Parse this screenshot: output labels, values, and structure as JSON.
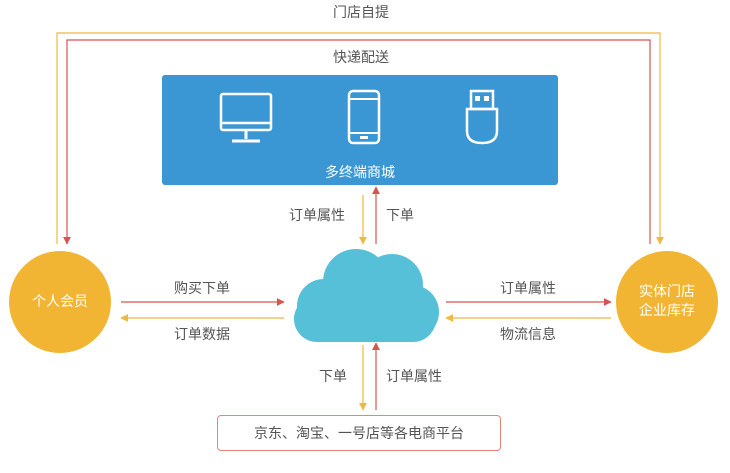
{
  "top_loop": {
    "store_pickup": "门店自提",
    "express_delivery": "快递配送"
  },
  "mall": {
    "title": "多终端商城",
    "devices": [
      "monitor-icon",
      "phone-icon",
      "usb-drive-icon"
    ]
  },
  "mall_cloud": {
    "order_attributes": "订单属性",
    "place_order": "下单"
  },
  "member": {
    "line1": "个人会员"
  },
  "member_cloud": {
    "buy_order": "购买下单",
    "order_data": "订单数据"
  },
  "store": {
    "line1": "实体门店",
    "line2": "企业库存"
  },
  "store_cloud": {
    "order_attributes": "订单属性",
    "logistics_info": "物流信息"
  },
  "platform_cloud": {
    "place_order": "下单",
    "order_attributes": "订单属性"
  },
  "platform": {
    "label": "京东、淘宝、一号店等各电商平台"
  },
  "colors": {
    "red_arrow": "#d9534f",
    "orange_arrow": "#f0b840",
    "circle_fill": "#f2b533",
    "mall_fill": "#3a97d4",
    "cloud_fill": "#55c0d8",
    "platform_border": "#e5857a"
  }
}
